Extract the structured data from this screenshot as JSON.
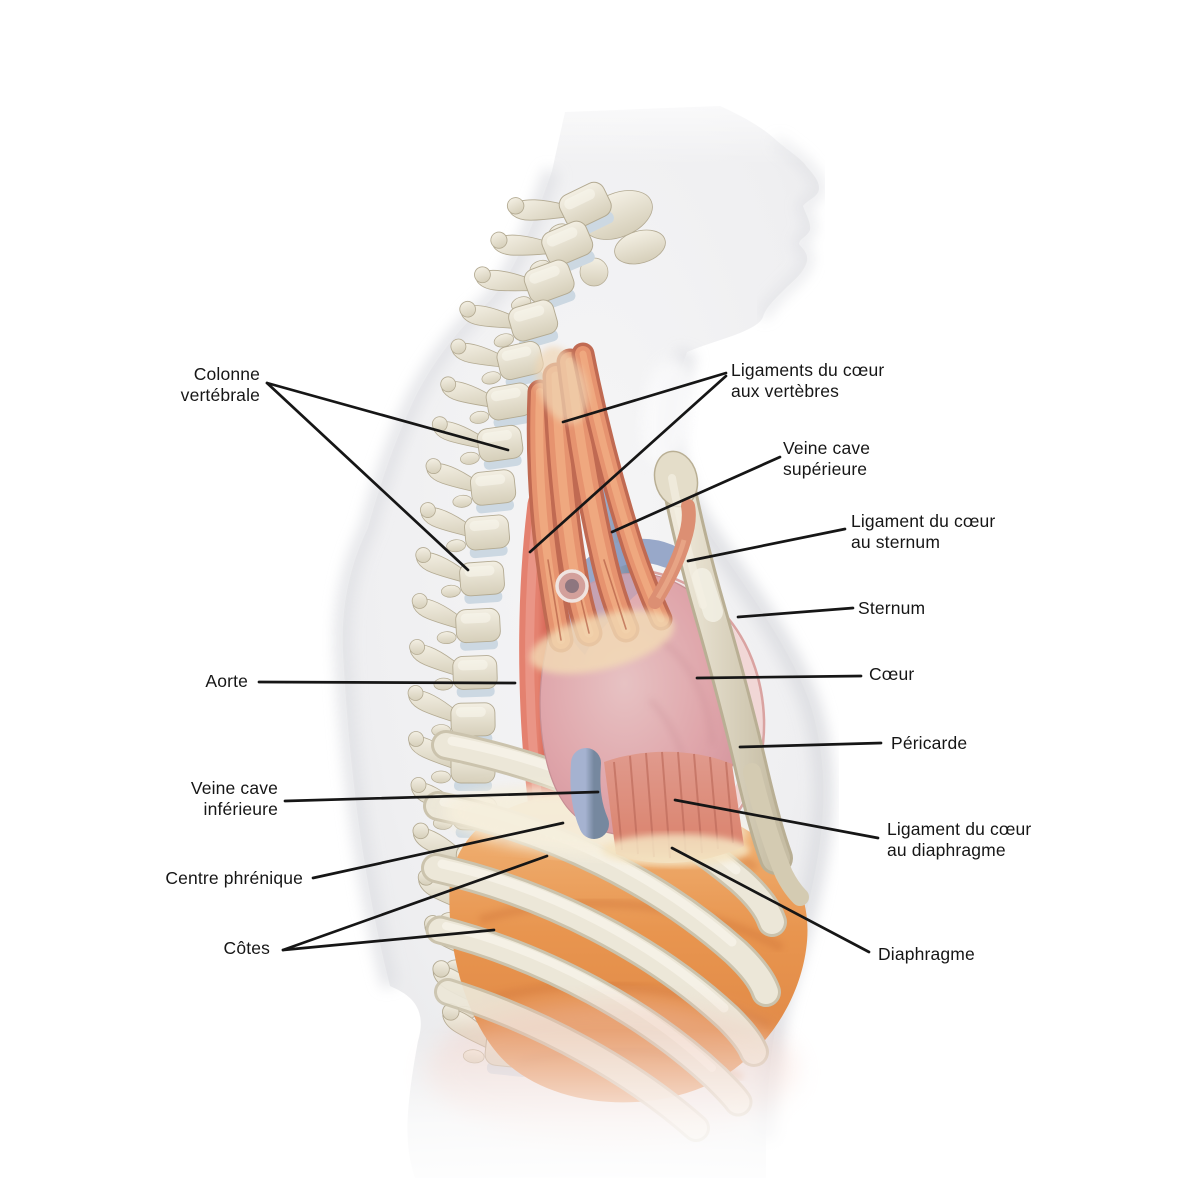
{
  "figure": {
    "description": "Vue latérale du thorax montrant le cœur, ses ligaments, la colonne vertébrale, le sternum, les côtes et le diaphragme"
  },
  "labels": {
    "colonne_vertebrale": {
      "text": "Colonne\nvertébrale"
    },
    "ligaments_coeur_vertebres": {
      "text": "Ligaments du cœur\naux vertèbres"
    },
    "veine_cave_superieure": {
      "text": "Veine cave\nsupérieure"
    },
    "ligament_coeur_sternum": {
      "text": "Ligament du cœur\nau sternum"
    },
    "sternum": {
      "text": "Sternum"
    },
    "coeur": {
      "text": "Cœur"
    },
    "pericarde": {
      "text": "Péricarde"
    },
    "ligament_coeur_diaphragme": {
      "text": "Ligament du cœur\nau diaphragme"
    },
    "diaphragme": {
      "text": "Diaphragme"
    },
    "aorte": {
      "text": "Aorte"
    },
    "veine_cave_inferieure": {
      "text": "Veine cave\ninférieure"
    },
    "centre_phrenique": {
      "text": "Centre phrénique"
    },
    "cotes": {
      "text": "Côtes"
    }
  },
  "palette": {
    "ink": "#161616",
    "background": "#ffffff",
    "silhouette": "#eeeff1",
    "bone": "#e9e3d3",
    "heart": "#dfa3a8",
    "pericardium": "#f2d6d5",
    "ligament": "#dd8a6b",
    "aorta": "#cb5042",
    "vein_blue": "#8598be",
    "diaphragm": "#e8954f",
    "phrenic_center": "#f5efdd"
  }
}
